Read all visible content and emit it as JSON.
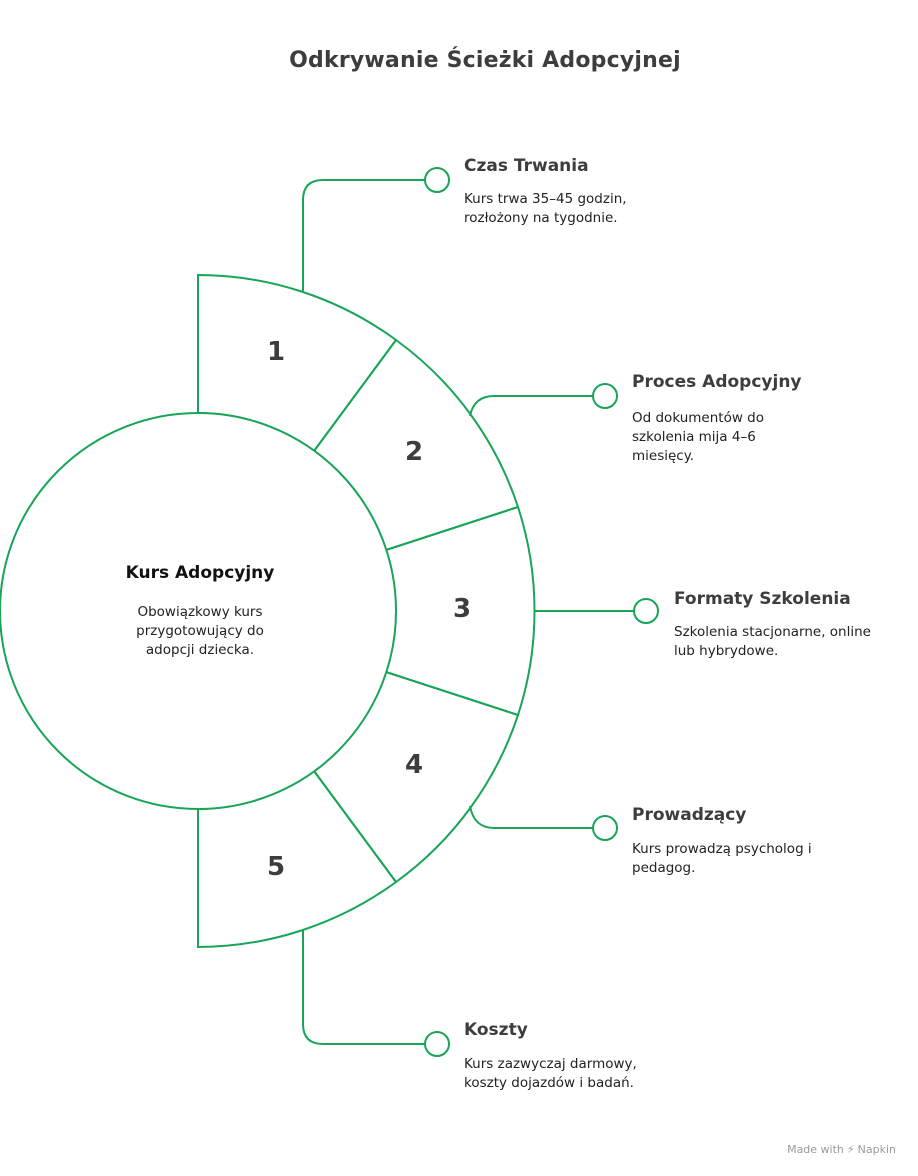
{
  "title": "Odkrywanie Ścieżki Adopcyjnej",
  "center": {
    "title": "Kurs Adopcyjny",
    "description": "Obowiązkowy kurs przygotowujący do adopcji dziecka."
  },
  "segments": [
    {
      "number": "1",
      "title": "Czas Trwania",
      "description": "Kurs trwa 35–45 godzin, rozłożony na tygodnie."
    },
    {
      "number": "2",
      "title": "Proces Adopcyjny",
      "description": "Od dokumentów do szkolenia mija 4–6 miesięcy."
    },
    {
      "number": "3",
      "title": "Formaty Szkolenia",
      "description": "Szkolenia stacjonarne, online lub hybrydowe."
    },
    {
      "number": "4",
      "title": "Prowadzący",
      "description": "Kurs prowadzą psycholog i pedagog."
    },
    {
      "number": "5",
      "title": "Koszty",
      "description": "Kurs zazwyczaj darmowy, koszty dojazdów i badań."
    }
  ],
  "footer": {
    "prefix": "Made with",
    "brand": "Napkin"
  },
  "colors": {
    "accent": "#18a558",
    "text": "#3d3d3d"
  }
}
